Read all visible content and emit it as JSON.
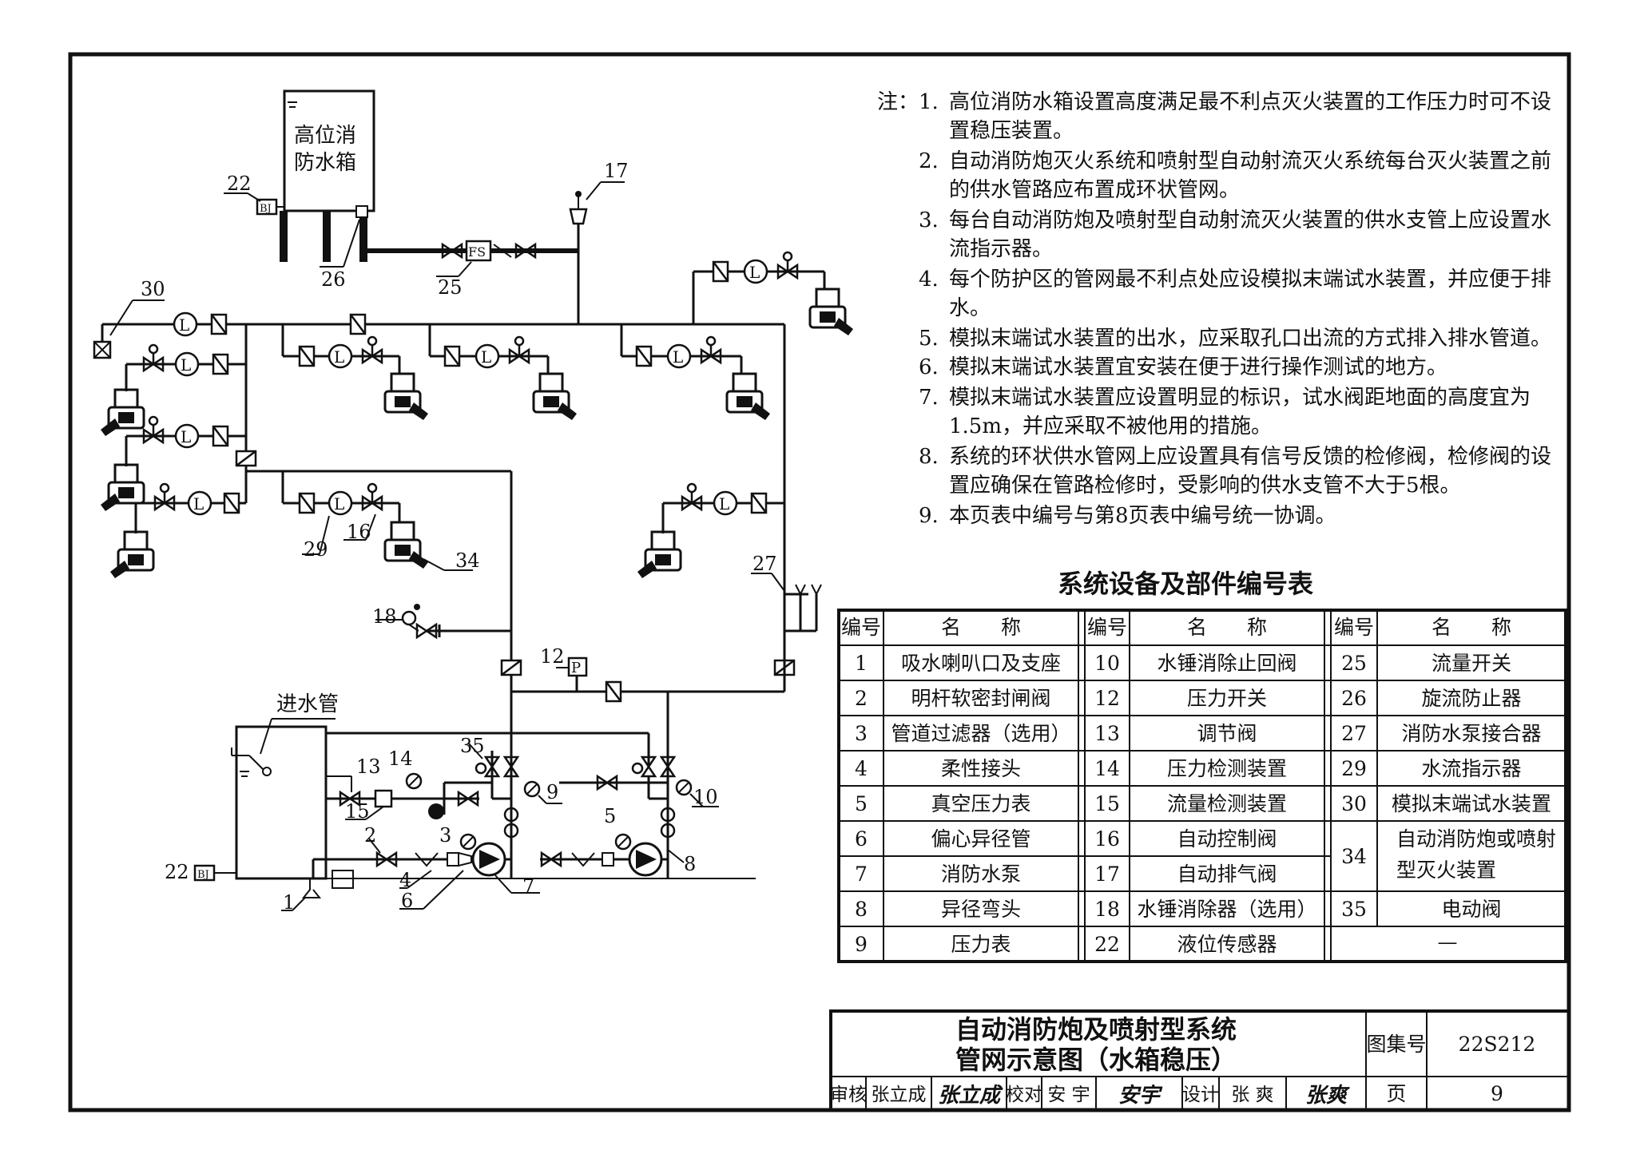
{
  "tank_top_label_l1": "高位消",
  "tank_top_label_l2": "防水箱",
  "inlet_label": "进水管",
  "callouts": {
    "c22a": "22",
    "c26": "26",
    "c25": "25",
    "c17": "17",
    "c30": "30",
    "c29": "29",
    "c16": "16",
    "c34": "34",
    "c18": "18",
    "c12": "12",
    "c27": "27",
    "c35": "35",
    "c14": "14",
    "c13": "13",
    "c15": "15",
    "c9": "9",
    "c5": "5",
    "c10": "10",
    "c2": "2",
    "c3": "3",
    "c22b": "22",
    "c1": "1",
    "c4": "4",
    "c6": "6",
    "c7": "7",
    "c8": "8"
  },
  "symbols": {
    "flow_indicator": "L",
    "pressure_switch": "P",
    "flow_switch": "FS",
    "level_sensor": "BJ"
  },
  "notes": {
    "prefix": "注：",
    "items": [
      {
        "num": "1.",
        "lines": [
          "高位消防水箱设置高度满足最不利点灭火装置的工作压力时可不设",
          "置稳压装置。"
        ]
      },
      {
        "num": "2.",
        "lines": [
          "自动消防炮灭火系统和喷射型自动射流灭火系统每台灭火装置之前",
          "的供水管路应布置成环状管网。"
        ]
      },
      {
        "num": "3.",
        "lines": [
          "每台自动消防炮及喷射型自动射流灭火装置的供水支管上应设置水",
          "流指示器。"
        ]
      },
      {
        "num": "4.",
        "lines": [
          "每个防护区的管网最不利点处应设模拟末端试水装置，并应便于排",
          "水。"
        ]
      },
      {
        "num": "5.",
        "lines": [
          "模拟末端试水装置的出水，应采取孔口出流的方式排入排水管道。"
        ]
      },
      {
        "num": "6.",
        "lines": [
          "模拟末端试水装置宜安装在便于进行操作测试的地方。"
        ]
      },
      {
        "num": "7.",
        "lines": [
          "模拟末端试水装置应设置明显的标识，试水阀距地面的高度宜为",
          "1.5m，并应采取不被他用的措施。"
        ]
      },
      {
        "num": "8.",
        "lines": [
          "系统的环状供水管网上应设置具有信号反馈的检修阀，检修阀的设",
          "置应确保在管路检修时，受影响的供水支管不大于5根。"
        ]
      },
      {
        "num": "9.",
        "lines": [
          "本页表中编号与第8页表中编号统一协调。"
        ]
      }
    ]
  },
  "table": {
    "title": "系统设备及部件编号表",
    "head_num": "编号",
    "head_name": "名　　称",
    "col1": [
      [
        "1",
        "吸水喇叭口及支座"
      ],
      [
        "2",
        "明杆软密封闸阀"
      ],
      [
        "3",
        "管道过滤器（选用）"
      ],
      [
        "4",
        "柔性接头"
      ],
      [
        "5",
        "真空压力表"
      ],
      [
        "6",
        "偏心异径管"
      ],
      [
        "7",
        "消防水泵"
      ],
      [
        "8",
        "异径弯头"
      ],
      [
        "9",
        "压力表"
      ]
    ],
    "col2": [
      [
        "10",
        "水锤消除止回阀"
      ],
      [
        "12",
        "压力开关"
      ],
      [
        "13",
        "调节阀"
      ],
      [
        "14",
        "压力检测装置"
      ],
      [
        "15",
        "流量检测装置"
      ],
      [
        "16",
        "自动控制阀"
      ],
      [
        "17",
        "自动排气阀"
      ],
      [
        "18",
        "水锤消除器（选用）"
      ],
      [
        "22",
        "液位传感器"
      ]
    ],
    "col3": [
      [
        "25",
        "流量开关"
      ],
      [
        "26",
        "旋流防止器"
      ],
      [
        "27",
        "消防水泵接合器"
      ],
      [
        "29",
        "水流指示器"
      ],
      [
        "30",
        "模拟末端试水装置"
      ],
      [
        "34",
        "自动消防炮或喷射"
      ],
      [
        "35",
        "电动阀"
      ]
    ],
    "col3_extra": "型灭火装置",
    "col3_dash": "—"
  },
  "titleblock": {
    "title_l1": "自动消防炮及喷射型系统",
    "title_l2": "管网示意图（水箱稳压）",
    "atlas_label": "图集号",
    "atlas_value": "22S212",
    "page_label": "页",
    "page_value": "9",
    "review_label": "审核",
    "review_name": "张立成",
    "check_label": "校对",
    "check_name": "安 宇",
    "design_label": "设计",
    "design_name": "张 爽",
    "sig_review": "张立成",
    "sig_check": "安宇",
    "sig_design": "张爽"
  }
}
